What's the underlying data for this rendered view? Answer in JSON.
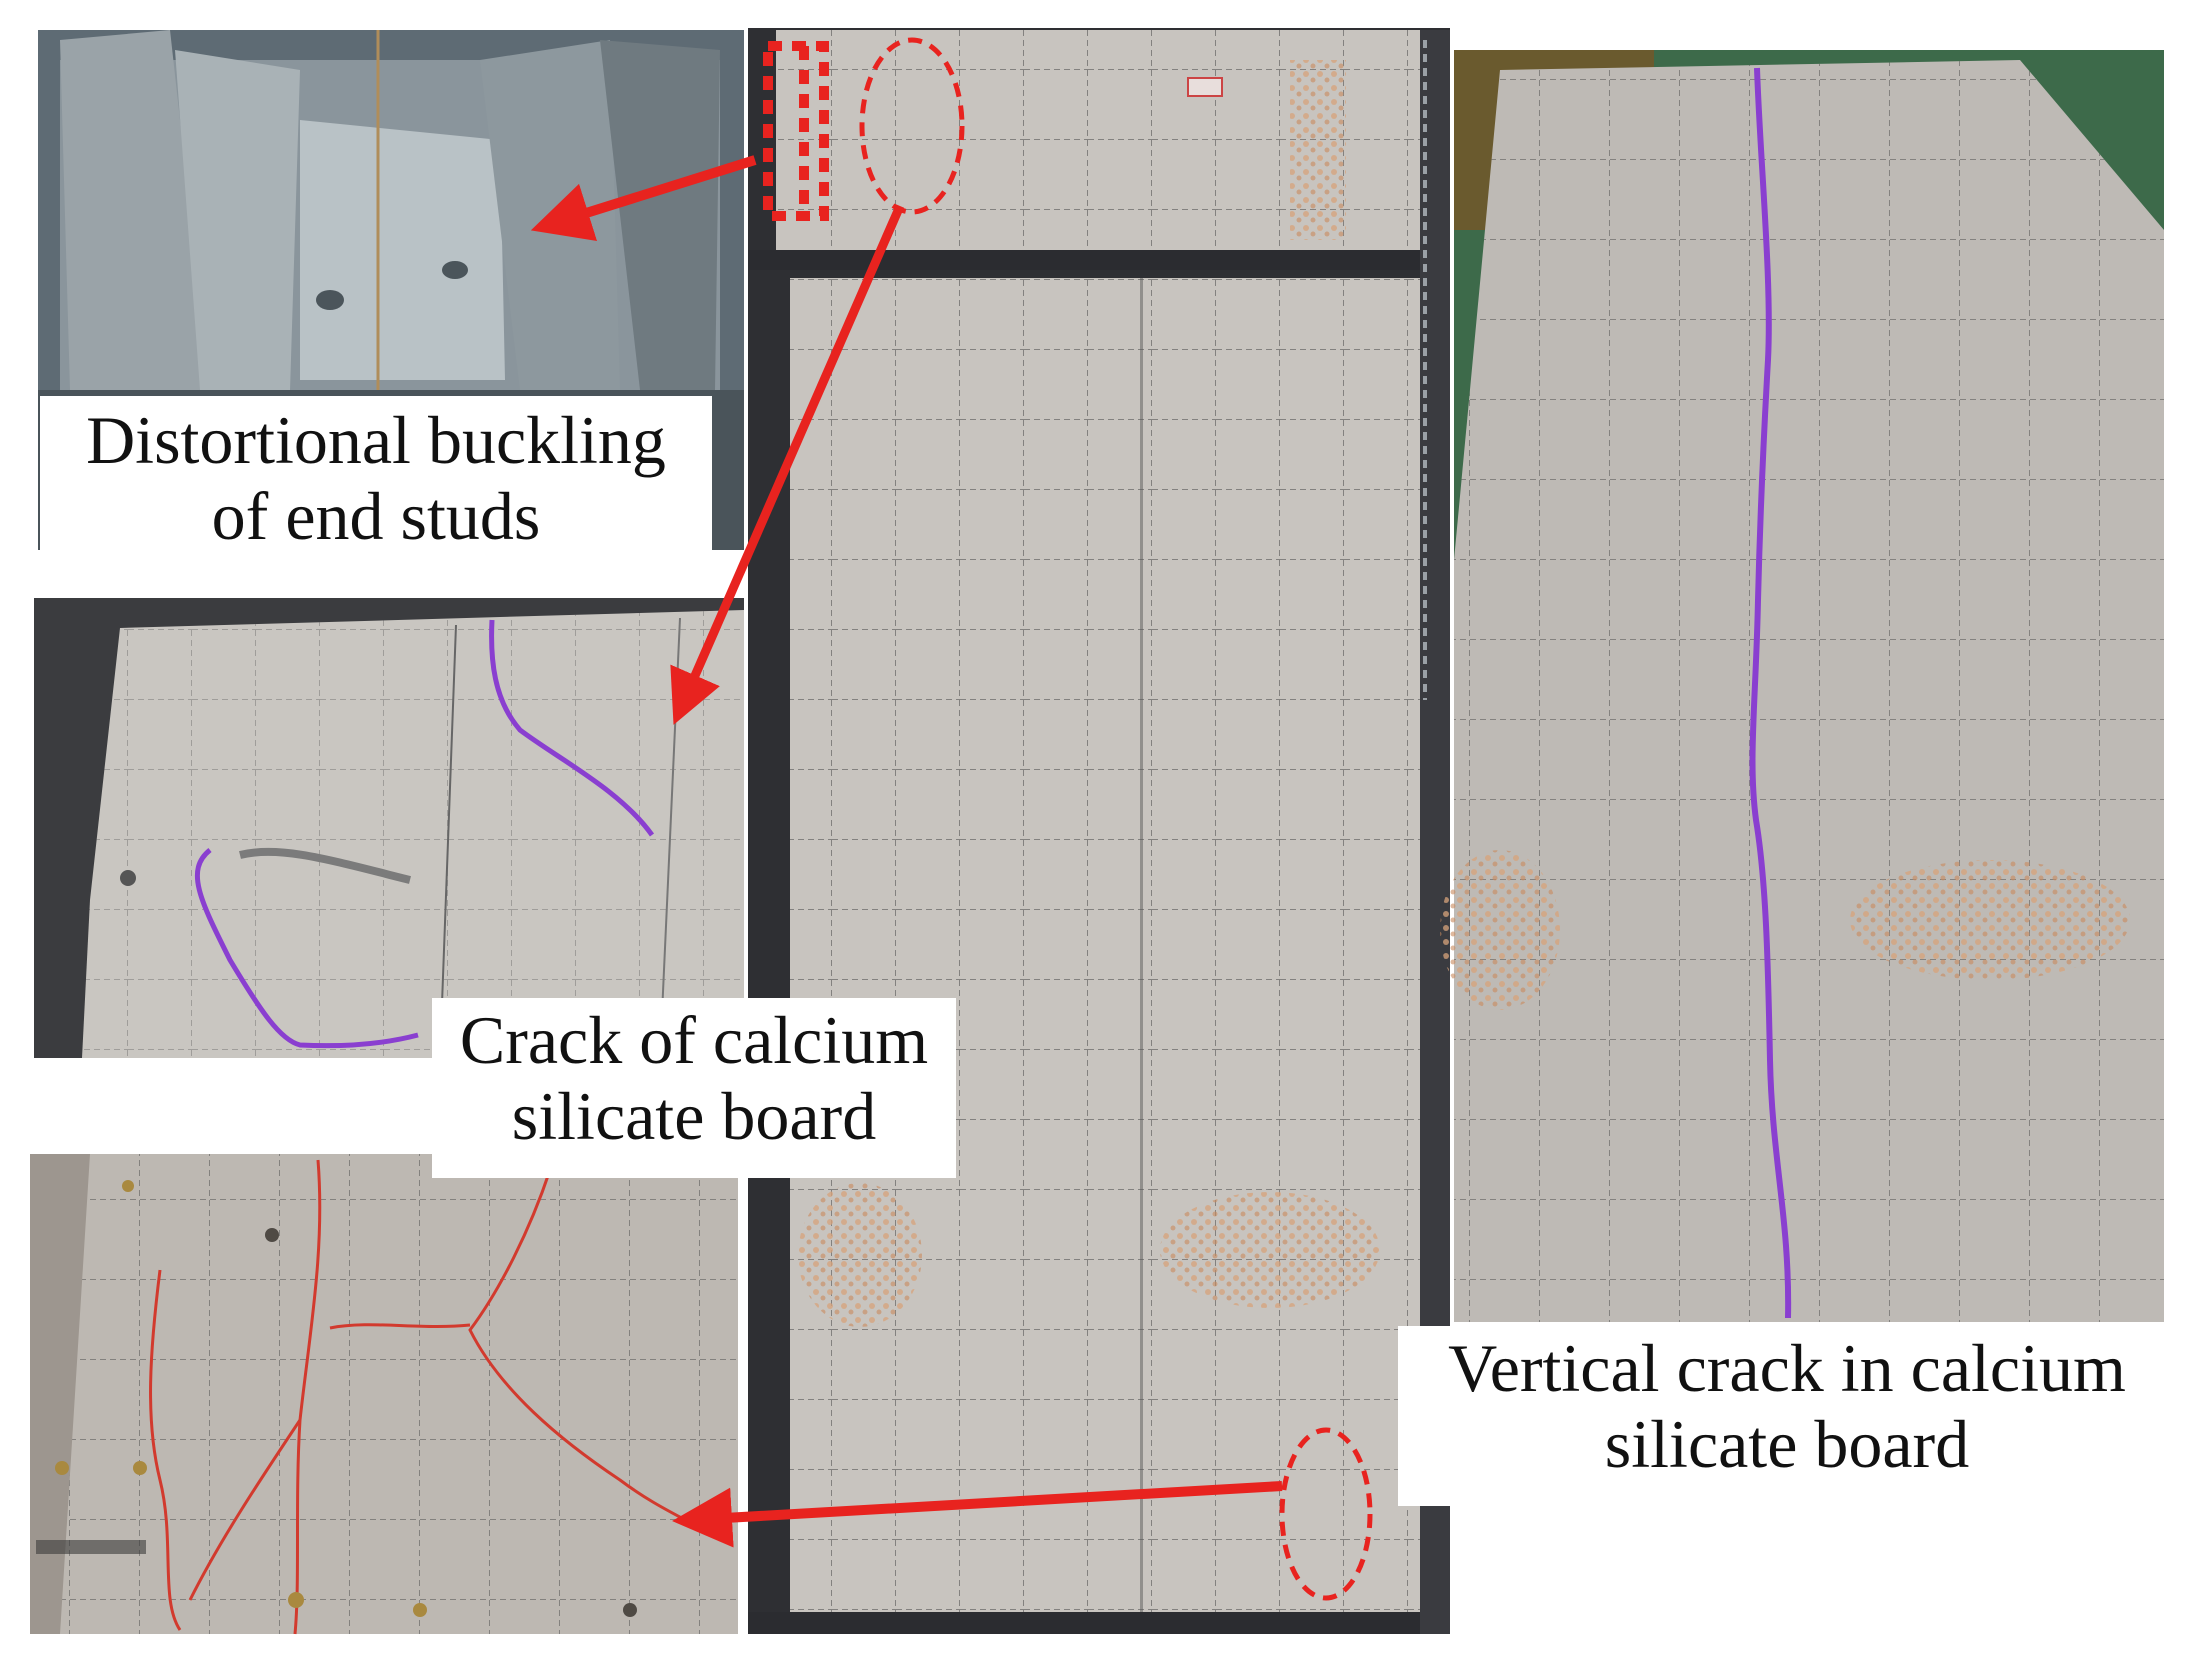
{
  "captions": {
    "end_stud_buckling": [
      "Distortional buckling",
      "of end studs"
    ],
    "board_crack": [
      "Crack  of calcium",
      "silicate  board"
    ],
    "vertical_crack": [
      "Vertical  crack  in calcium",
      "silicate  board"
    ]
  },
  "colors": {
    "arrow": "#e8231f",
    "crack_trace_purple": "#8a3fd0",
    "crack_trace_red": "#d23a2e",
    "board": "#c8c4bf",
    "grid_marks": "#3a3a3a",
    "rust_spots": "#d7a27a",
    "steel_frame": "#2e2f33"
  }
}
